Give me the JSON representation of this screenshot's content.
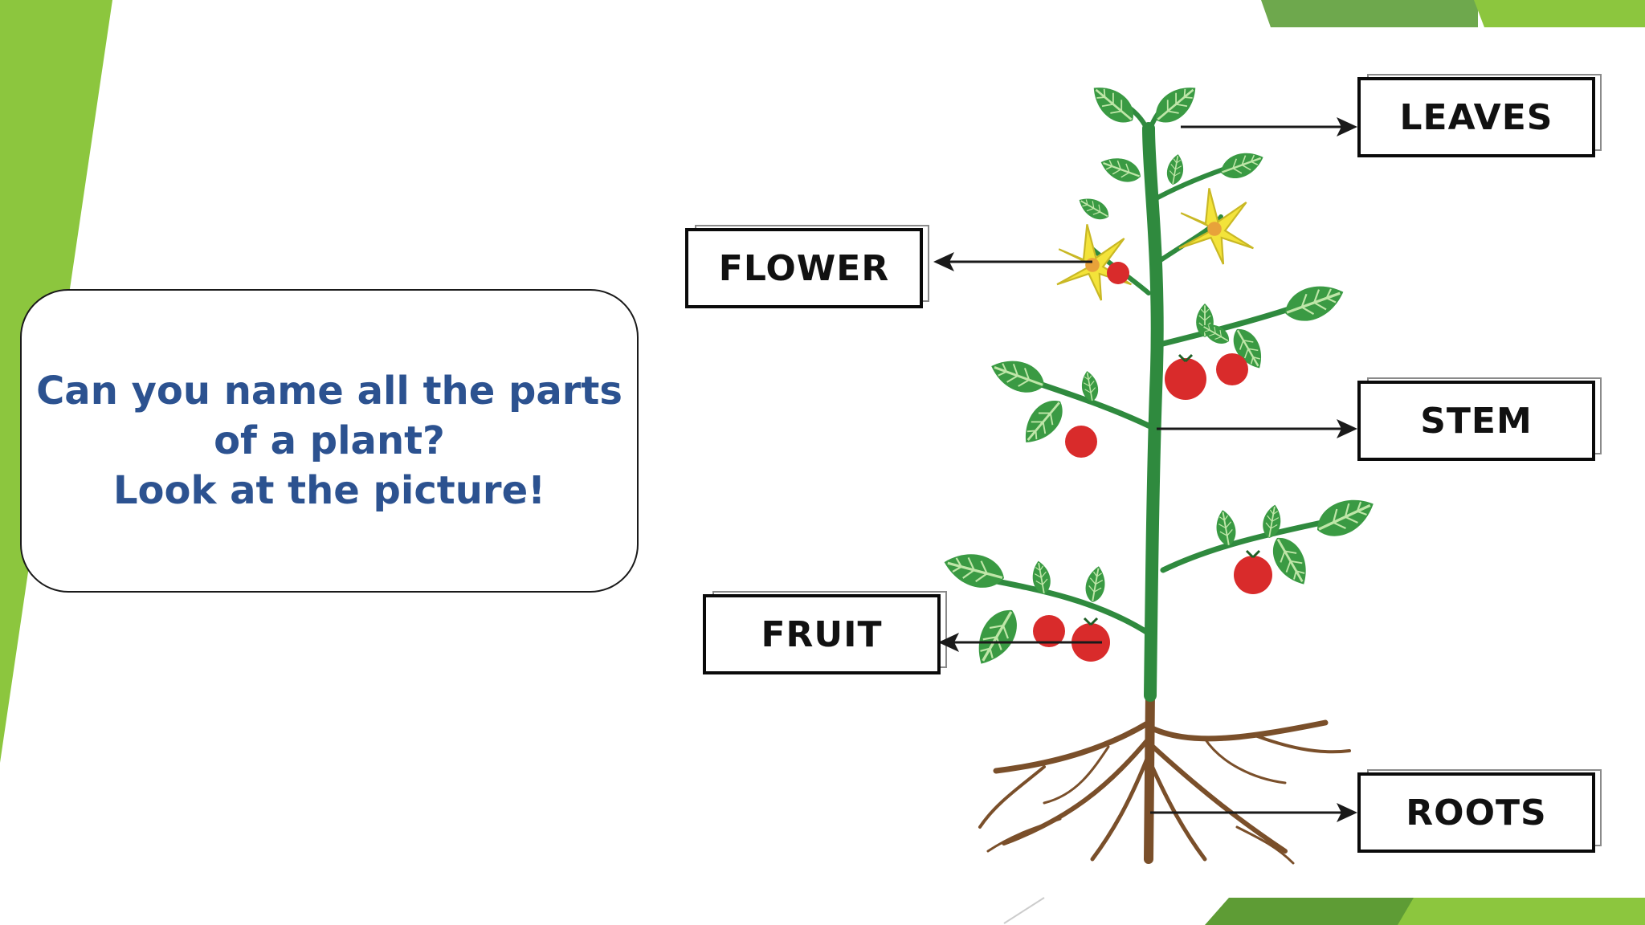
{
  "question": {
    "lines": [
      "Can you name all the parts",
      "of a plant?",
      "Look at the picture!"
    ]
  },
  "labels": {
    "leaves": "LEAVES",
    "flower": "FLOWER",
    "stem": "STEM",
    "fruit": "FRUIT",
    "roots": "ROOTS"
  },
  "colors": {
    "accent_green": "#8cc63e",
    "dark_green": "#5e9c35",
    "question_text": "#2c5290",
    "stem": "#2f8a3e",
    "leaf": "#3a9a43",
    "flower": "#f3e33a",
    "fruit": "#d92b2b",
    "roots": "#7a4f2a"
  }
}
